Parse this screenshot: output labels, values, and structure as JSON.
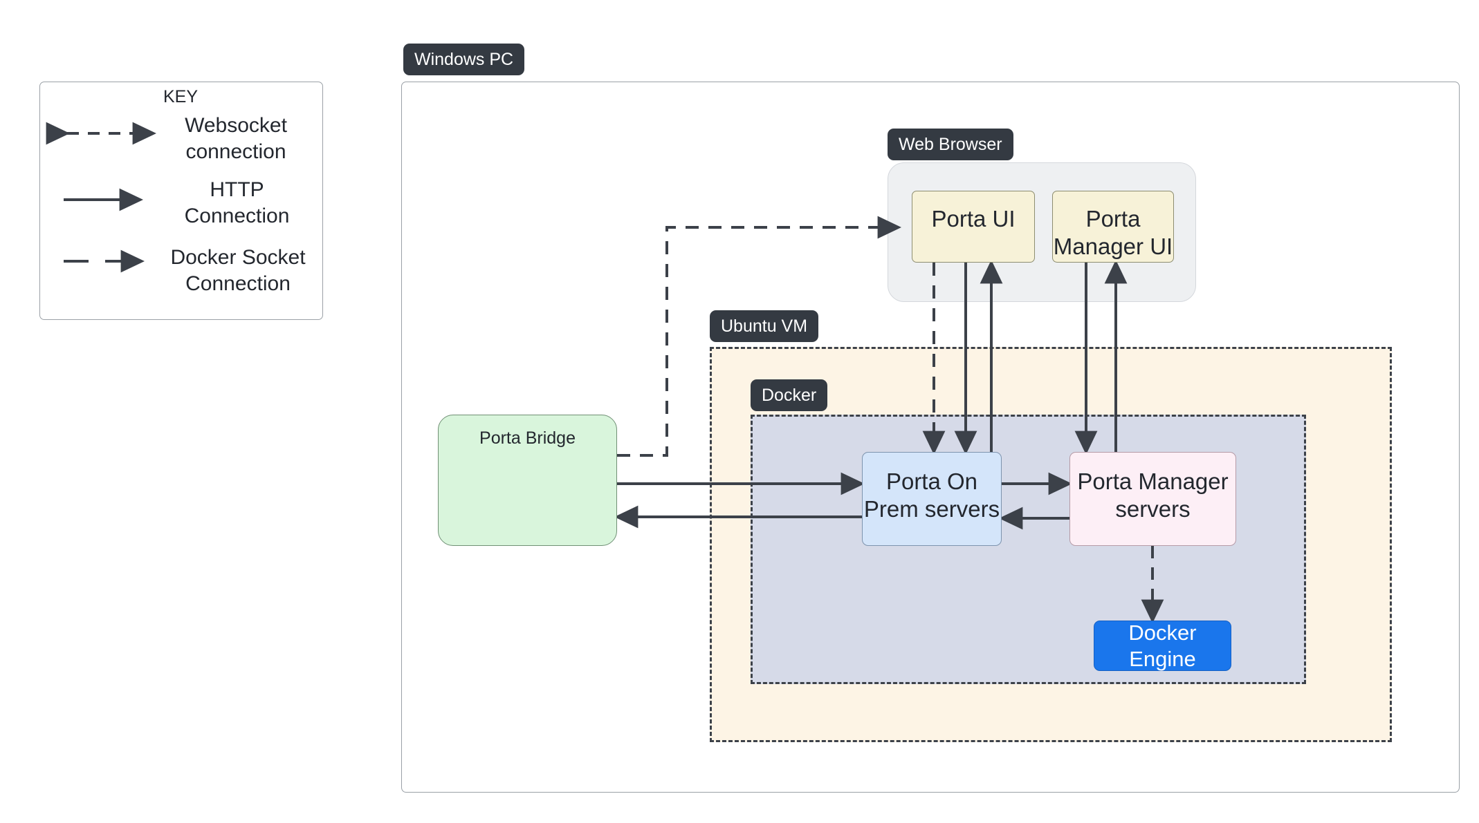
{
  "legend": {
    "title": "KEY",
    "items": [
      {
        "label": "Websocket connection",
        "style": "dashed-double-arrow",
        "line": "dashed",
        "arrows": "both"
      },
      {
        "label": "HTTP Connection",
        "style": "solid-single-arrow",
        "line": "solid",
        "arrows": "end"
      },
      {
        "label": "Docker Socket Connection",
        "style": "dashed-single-arrow",
        "line": "dashed",
        "arrows": "end"
      }
    ]
  },
  "containers": {
    "windows_pc": {
      "label": "Windows PC"
    },
    "web_browser": {
      "label": "Web Browser"
    },
    "ubuntu_vm": {
      "label": "Ubuntu VM"
    },
    "docker": {
      "label": "Docker"
    }
  },
  "nodes": {
    "porta_ui": {
      "label": "Porta UI"
    },
    "porta_manager_ui": {
      "label": "Porta Manager UI"
    },
    "porta_on_prem": {
      "label": "Porta On Prem servers"
    },
    "porta_manager_servers": {
      "label": "Porta Manager servers"
    },
    "docker_engine": {
      "label": "Docker Engine"
    },
    "porta_bridge": {
      "label": "Porta Bridge"
    }
  },
  "colors": {
    "pill_bg": "#343a42",
    "ui_box": "#f7f2d8",
    "on_prem_box": "#d4e5fa",
    "manager_box": "#fdeff6",
    "docker_engine_box": "#1a76ec",
    "bridge_box": "#d9f5dc",
    "vm_bg": "#fdf4e5",
    "docker_bg": "#d6dae8",
    "browser_bg": "#eef0f2",
    "stroke": "#3c4149"
  },
  "connections": [
    {
      "from": "porta_bridge",
      "to": "porta_ui",
      "type": "websocket"
    },
    {
      "from": "porta_ui",
      "to": "porta_on_prem",
      "type": "websocket"
    },
    {
      "from": "porta_on_prem",
      "to": "porta_ui",
      "type": "http"
    },
    {
      "from": "porta_ui",
      "to": "porta_on_prem",
      "type": "http"
    },
    {
      "from": "porta_manager_servers",
      "to": "porta_manager_ui",
      "type": "http"
    },
    {
      "from": "porta_manager_ui",
      "to": "porta_manager_servers",
      "type": "http"
    },
    {
      "from": "porta_bridge",
      "to": "porta_on_prem",
      "type": "http"
    },
    {
      "from": "porta_on_prem",
      "to": "porta_bridge",
      "type": "http"
    },
    {
      "from": "porta_on_prem",
      "to": "porta_manager_servers",
      "type": "http"
    },
    {
      "from": "porta_manager_servers",
      "to": "porta_on_prem",
      "type": "http"
    },
    {
      "from": "porta_manager_servers",
      "to": "docker_engine",
      "type": "docker-socket"
    }
  ]
}
